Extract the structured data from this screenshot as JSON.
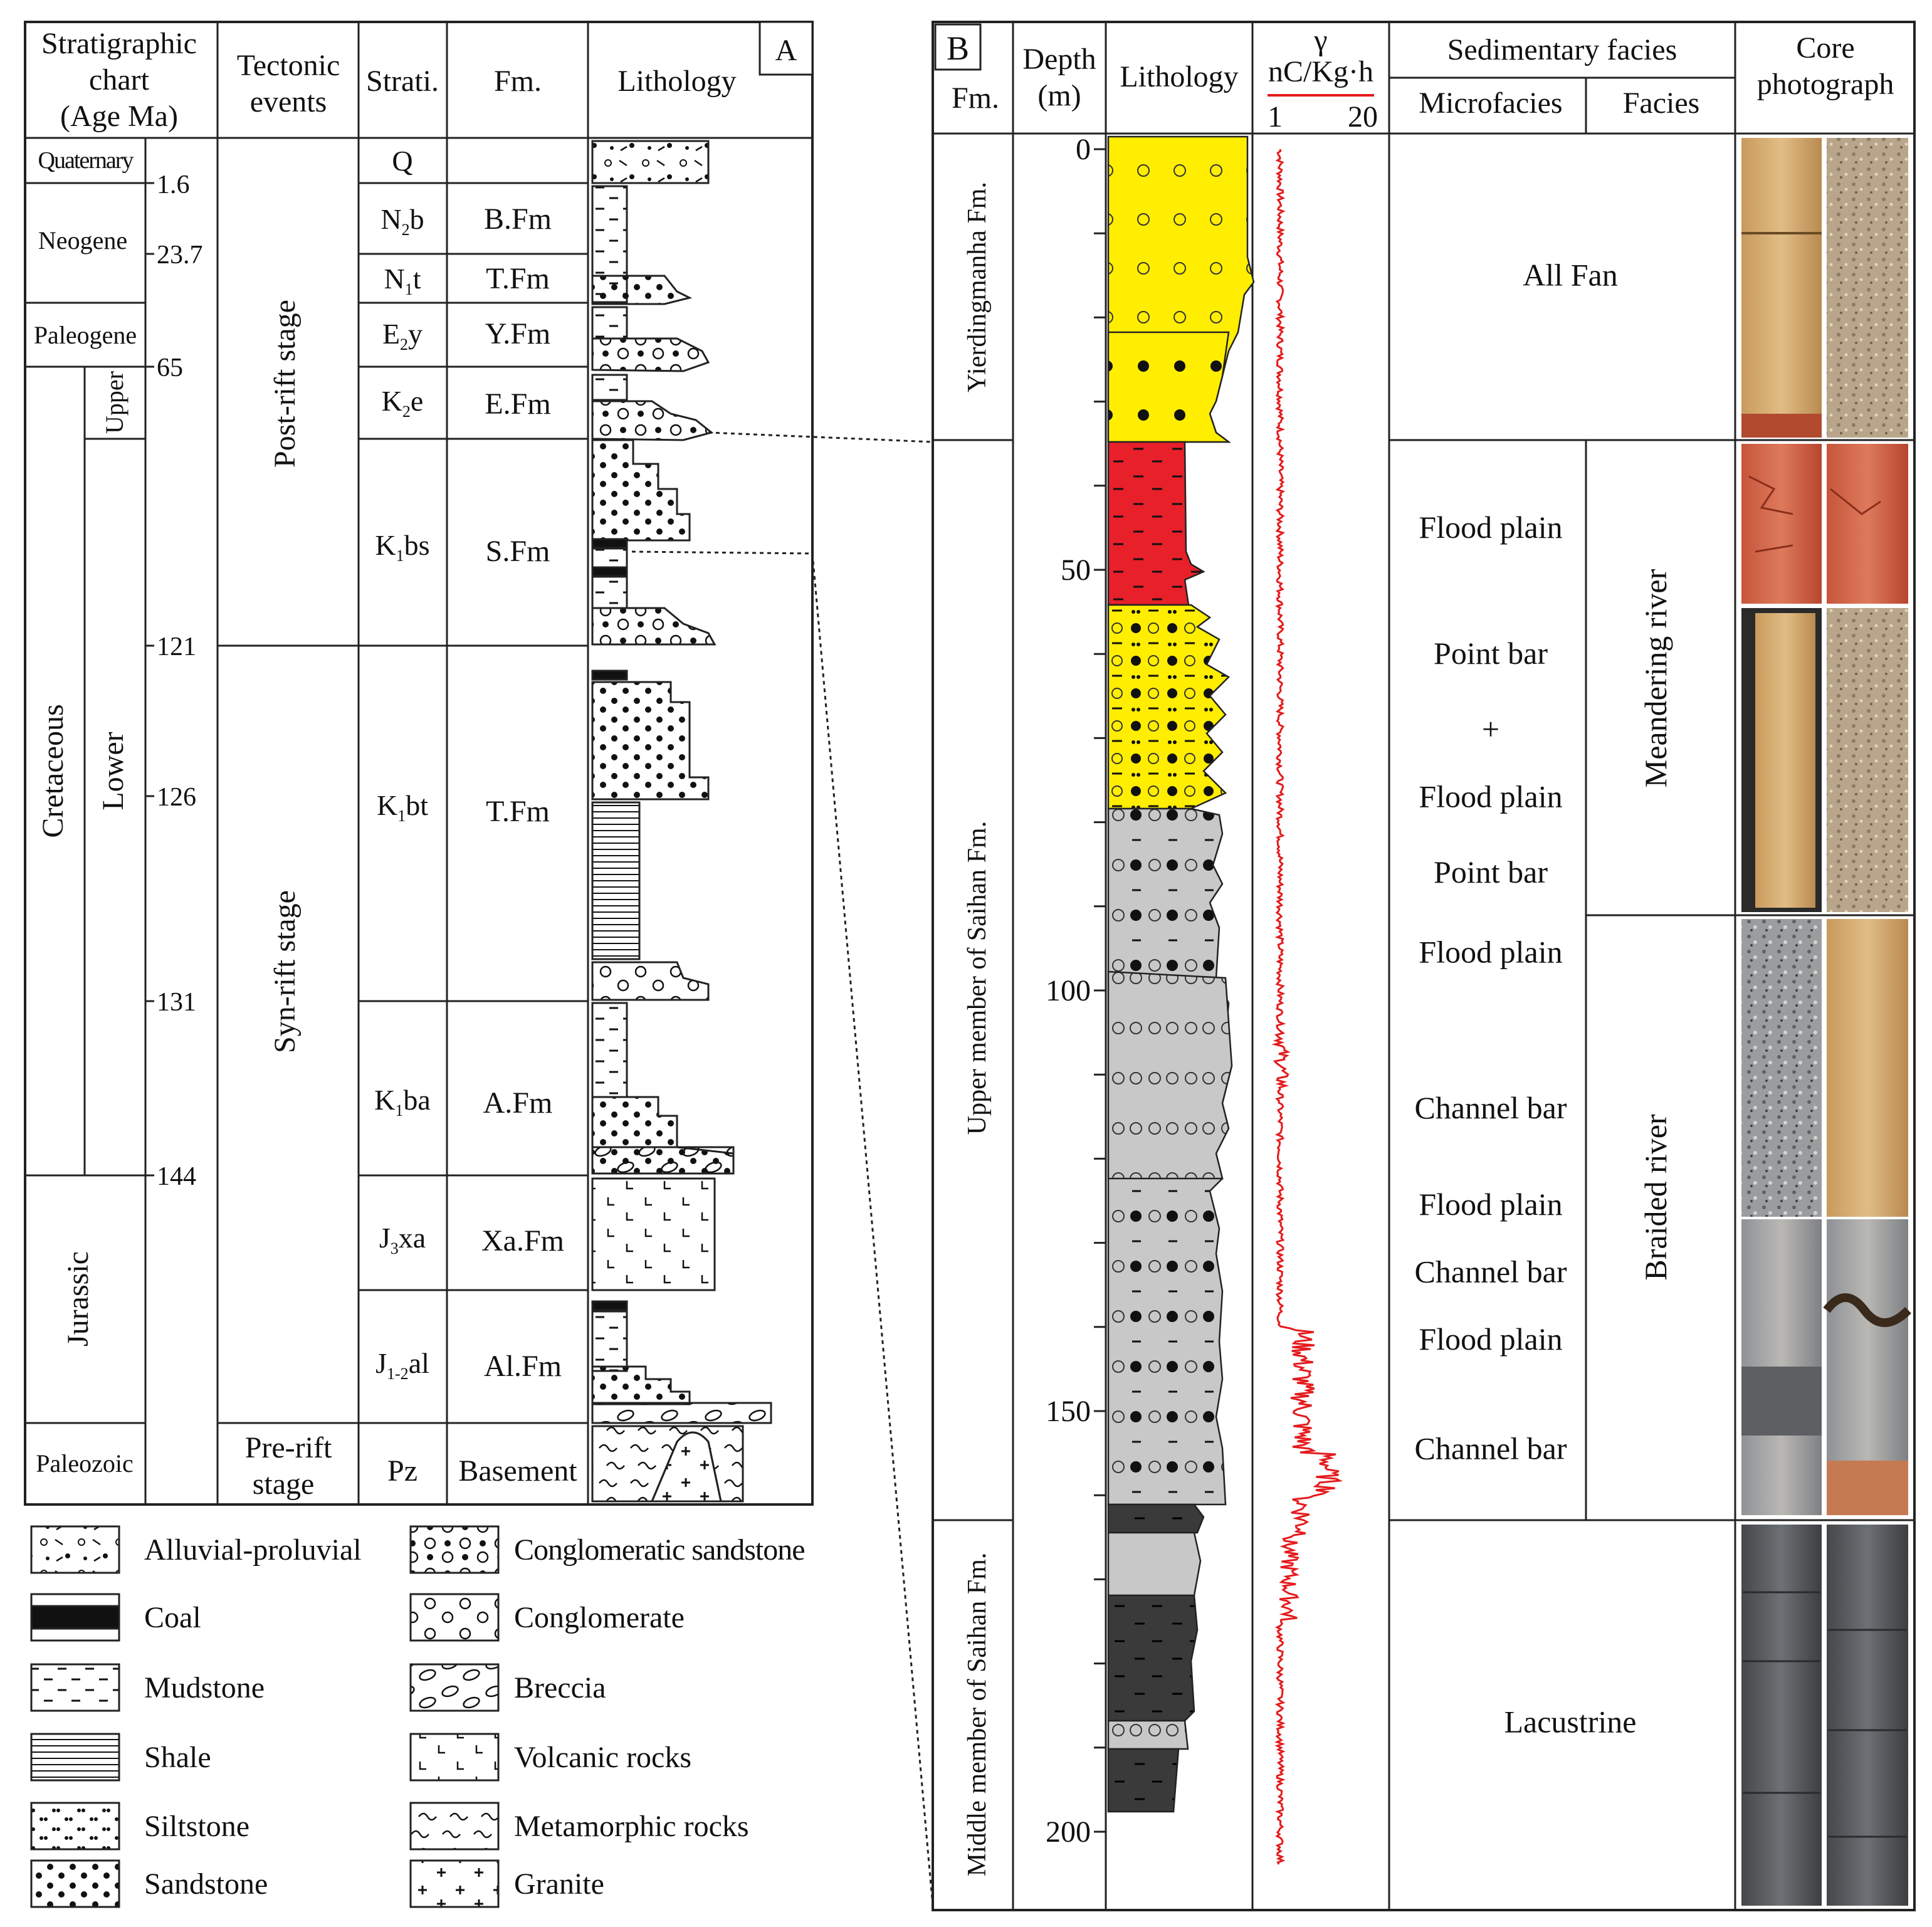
{
  "panel_a": {
    "panel_label": "A",
    "headers": {
      "stratigraphic_chart": [
        "Stratigraphic",
        "chart",
        "(Age Ma)"
      ],
      "tectonic_events": [
        "Tectonic",
        "events"
      ],
      "strati": "Strati.",
      "fm": "Fm.",
      "lithology": "Lithology"
    },
    "periods": [
      {
        "name": "Quaternary",
        "style": "small"
      },
      {
        "name": "Neogene",
        "style": "small"
      },
      {
        "name": "Paleogene",
        "style": "small"
      },
      {
        "name": "Cretaceous",
        "style": "rotated"
      },
      {
        "name": "Jurassic",
        "style": "rotated"
      },
      {
        "name": "Paleozoic",
        "style": "small"
      }
    ],
    "epochs": [
      "Upper",
      "Lower"
    ],
    "ages": [
      "1.6",
      "23.7",
      "65",
      "121",
      "126",
      "131",
      "144"
    ],
    "tectonic_stages": [
      {
        "lines": [
          "Post-rift stage"
        ],
        "rotated": true
      },
      {
        "lines": [
          "Syn-rift stage"
        ],
        "rotated": true
      },
      {
        "lines": [
          "Pre-rift",
          "stage"
        ],
        "rotated": false
      }
    ],
    "units": [
      {
        "strati_base": "Q",
        "strati_sub": "",
        "strati_tail": "",
        "fm": ""
      },
      {
        "strati_base": "N",
        "strati_sub": "2",
        "strati_tail": "b",
        "fm": "B.Fm"
      },
      {
        "strati_base": "N",
        "strati_sub": "1",
        "strati_tail": "t",
        "fm": "T.Fm"
      },
      {
        "strati_base": "E",
        "strati_sub": "2",
        "strati_tail": "y",
        "fm": "Y.Fm"
      },
      {
        "strati_base": "K",
        "strati_sub": "2",
        "strati_tail": "e",
        "fm": "E.Fm"
      },
      {
        "strati_base": "K",
        "strati_sub": "1",
        "strati_tail": "bs",
        "fm": "S.Fm"
      },
      {
        "strati_base": "K",
        "strati_sub": "1",
        "strati_tail": "bt",
        "fm": "T.Fm"
      },
      {
        "strati_base": "K",
        "strati_sub": "1",
        "strati_tail": "ba",
        "fm": "A.Fm"
      },
      {
        "strati_base": "J",
        "strati_sub": "3",
        "strati_tail": "xa",
        "fm": "Xa.Fm"
      },
      {
        "strati_base": "J",
        "strati_sub": "1-2",
        "strati_tail": "al",
        "fm": "Al.Fm"
      },
      {
        "strati_base": "Pz",
        "strati_sub": "",
        "strati_tail": "",
        "fm": "Basement"
      }
    ]
  },
  "legend": {
    "left": [
      "Alluvial-proluvial",
      "Coal",
      "Mudstone",
      "Shale",
      "Siltstone",
      "Sandstone"
    ],
    "right": [
      "Conglomeratic sandstone",
      "Conglomerate",
      "Breccia",
      "Volcanic rocks",
      "Metamorphic rocks",
      "Granite"
    ]
  },
  "panel_b": {
    "panel_label": "B",
    "headers": {
      "fm": "Fm.",
      "depth": [
        "Depth",
        "(m)"
      ],
      "lithology": "Lithology",
      "gamma_symbol": "γ",
      "gamma_unit": "nC/Kg·h",
      "gamma_min": "1",
      "gamma_max": "20",
      "sedimentary_facies": "Sedimentary facies",
      "microfacies": "Microfacies",
      "facies": "Facies",
      "core_photograph": [
        "Core",
        "photograph"
      ]
    },
    "formations": [
      "Yierdingmanha Fm.",
      "Upper member of  Saihan Fm.",
      "Middle member of  Saihan Fm."
    ],
    "depth_ticks": [
      0,
      50,
      100,
      150,
      200
    ],
    "microfacies": [
      {
        "label": "All Fan",
        "depth": 15
      },
      {
        "label": "Flood plain",
        "depth": 45
      },
      {
        "label": "Point bar",
        "depth": 60
      },
      {
        "label": "+",
        "depth": 69
      },
      {
        "label": "Flood plain",
        "depth": 77
      },
      {
        "label": "Point bar",
        "depth": 86
      },
      {
        "label": "Flood plain",
        "depth": 95.5
      },
      {
        "label": "Channel bar",
        "depth": 114
      },
      {
        "label": "Flood plain",
        "depth": 125.5
      },
      {
        "label": "Channel bar",
        "depth": 133.5
      },
      {
        "label": "Flood plain",
        "depth": 141.5
      },
      {
        "label": "Channel bar",
        "depth": 154.5
      },
      {
        "label": "Lacustrine",
        "depth": 187
      }
    ],
    "facies": [
      "Meandering river",
      "Braided river"
    ],
    "lithology_colors": {
      "fan": "#ffee00",
      "flood_plain": "#e8202a",
      "gray": "#c8c8c8",
      "dark": "#3a3a3a",
      "gamma": "#e41a1c"
    }
  }
}
